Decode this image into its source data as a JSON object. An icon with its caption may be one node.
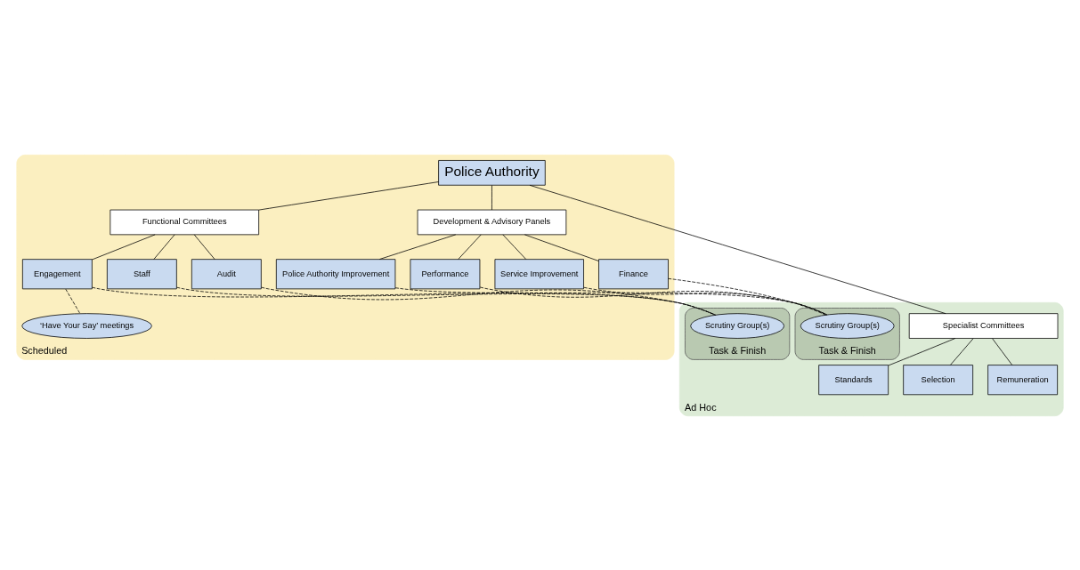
{
  "diagram": {
    "nodes": [
      {
        "text": [
          "Scheduled"
        ]
      },
      {
        "text": [
          "Police Authority"
        ],
        "in": 0
      },
      {
        "text": [
          "Functional Committees"
        ],
        "in": 0
      },
      {
        "text": [
          "Development & Advisory Panels"
        ],
        "in": 0
      },
      {
        "text": [
          "Audit"
        ],
        "in": 0
      },
      {
        "text": [
          "Staff"
        ],
        "in": 0
      },
      {
        "text": [
          "Engagement"
        ],
        "in": 0
      },
      {
        "text": [
          "Performance"
        ],
        "in": 0
      },
      {
        "text": [
          "Service Improvement"
        ],
        "in": 0
      },
      {
        "text": [
          "Finance"
        ],
        "in": 0
      },
      {
        "text": [
          "Police Authority Improvement"
        ],
        "in": 0
      },
      {
        "text": [
          "‘Have Your Say’ meetings"
        ],
        "in": 0
      },
      {
        "text": [
          "Ad Hoc"
        ]
      },
      {
        "text": [
          "Task & Finish"
        ],
        "in": 12
      },
      {
        "text": [
          "Scrutiny Group(s)"
        ],
        "in": 13
      },
      {
        "text": [
          "Task & Finish"
        ],
        "in": 12
      },
      {
        "text": [
          "Scrutiny Group(s)"
        ],
        "in": 15
      },
      {
        "text": [
          "Specialist Committees"
        ],
        "in": 12
      },
      {
        "text": [
          "Standards"
        ],
        "in": 12
      },
      {
        "text": [
          "Selection"
        ],
        "in": 12
      },
      {
        "text": [
          "Remuneration"
        ],
        "in": 12
      }
    ],
    "edges": [
      {
        "from": 1,
        "to": 2,
        "arrow": "none"
      },
      {
        "from": 1,
        "to": 3,
        "arrow": "none"
      },
      {
        "from": 1,
        "to": 17,
        "arrow": "none"
      },
      {
        "from": 2,
        "to": 4,
        "arrow": "none"
      },
      {
        "from": 2,
        "to": 5,
        "arrow": "none"
      },
      {
        "from": 2,
        "to": 6,
        "arrow": "none"
      },
      {
        "from": 3,
        "to": 7,
        "arrow": "none"
      },
      {
        "from": 3,
        "to": 8,
        "arrow": "none"
      },
      {
        "from": 3,
        "to": 9,
        "arrow": "none"
      },
      {
        "from": 3,
        "to": 10,
        "arrow": "none"
      },
      {
        "from": 6,
        "to": 11,
        "arrow": "none",
        "style": "dashed"
      },
      {
        "from": 4,
        "to": 14,
        "arrow": "none",
        "style": "dashed"
      },
      {
        "from": 5,
        "to": 14,
        "arrow": "none",
        "style": "dashed"
      },
      {
        "from": 6,
        "to": 14,
        "arrow": "none",
        "style": "dashed"
      },
      {
        "from": 7,
        "to": 16,
        "arrow": "none",
        "style": "dashed"
      },
      {
        "from": 8,
        "to": 16,
        "arrow": "none",
        "style": "dashed"
      },
      {
        "from": 9,
        "to": 16,
        "arrow": "none",
        "style": "dashed"
      },
      {
        "from": 10,
        "to": 16,
        "arrow": "none",
        "style": "dashed"
      },
      {
        "from": 17,
        "to": 18,
        "arrow": "none"
      },
      {
        "from": 17,
        "to": 19,
        "arrow": "none"
      },
      {
        "from": 17,
        "to": 20,
        "arrow": "none"
      }
    ]
  }
}
